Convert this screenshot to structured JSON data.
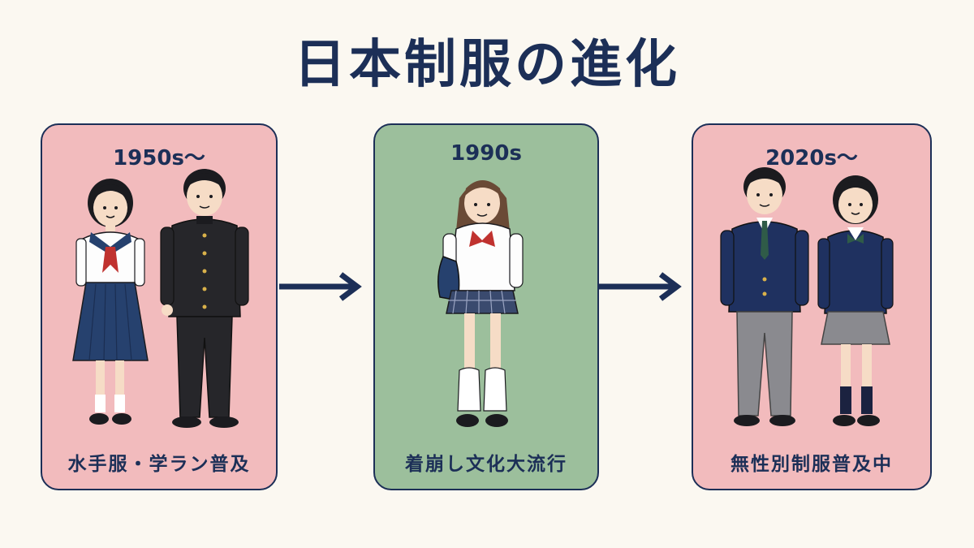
{
  "title": "日本制服の進化",
  "panels": [
    {
      "era": "1950s〜",
      "caption": "水手服・学ラン普及"
    },
    {
      "era": "1990s",
      "caption": "着崩し文化大流行"
    },
    {
      "era": "2020s〜",
      "caption": "無性別制服普及中"
    }
  ],
  "colors": {
    "navy": "#1c2f57",
    "pink_panel": "#f2bbbd",
    "green_panel": "#9cbf9c",
    "background": "#fbf8f1"
  }
}
